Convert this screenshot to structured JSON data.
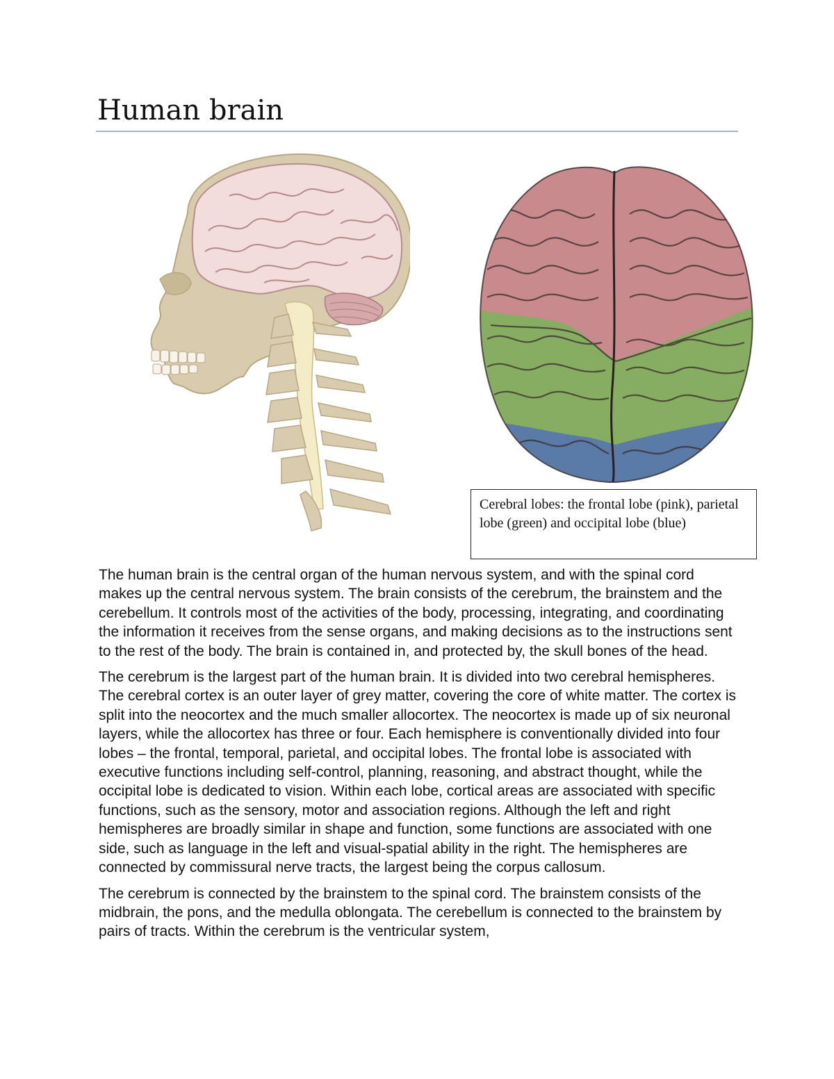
{
  "document": {
    "title": "Human brain",
    "figures": {
      "skull": {
        "icon": "skull-brain-sagittal-illustration"
      },
      "brain_top": {
        "icon": "brain-top-view-lobes-illustration"
      }
    },
    "caption": "Cerebral lobes: the frontal lobe (pink), parietal lobe (green) and occipital lobe (blue)",
    "paragraphs": [
      "The human brain is the central organ of the human nervous system, and with the spinal cord makes up the central nervous system. The brain consists of the cerebrum, the brainstem and the cerebellum. It controls most of the activities of the body, processing, integrating, and coordinating the information it receives from the sense organs, and making decisions as to the instructions sent to the rest of the body. The brain is contained in, and protected by, the skull bones of the head.",
      "The cerebrum is the largest part of the human brain. It is divided into two cerebral hemispheres. The cerebral cortex is an outer layer of grey matter, covering the core of white matter. The cortex is split into the neocortex and the much smaller allocortex. The neocortex is made up of six neuronal layers, while the allocortex has three or four. Each hemisphere is conventionally divided into four lobes – the frontal, temporal, parietal, and occipital lobes. The frontal lobe is associated with executive functions including self-control, planning, reasoning, and abstract thought, while the occipital lobe is dedicated to vision. Within each lobe, cortical areas are associated with specific functions, such as the sensory, motor and association regions. Although the left and right hemispheres are broadly similar in shape and function, some functions are associated with one side, such as language in the left and visual-spatial ability in the right. The hemispheres are connected by commissural nerve tracts, the largest being the corpus callosum.",
      "The cerebrum is connected by the brainstem to the spinal cord. The brainstem consists of the midbrain, the pons, and the medulla oblongata. The cerebellum is connected to the brainstem by pairs of tracts. Within the cerebrum is the ventricular system,"
    ],
    "colors": {
      "bone": "#d9ccae",
      "bone_outline": "#b8a683",
      "cerebrum": "#f3dcdc",
      "frontal_lobe": "#c98a8e",
      "parietal_lobe": "#86ad62",
      "occipital_lobe": "#5a7ba8",
      "spinal_cord": "#f3ecc6"
    }
  }
}
